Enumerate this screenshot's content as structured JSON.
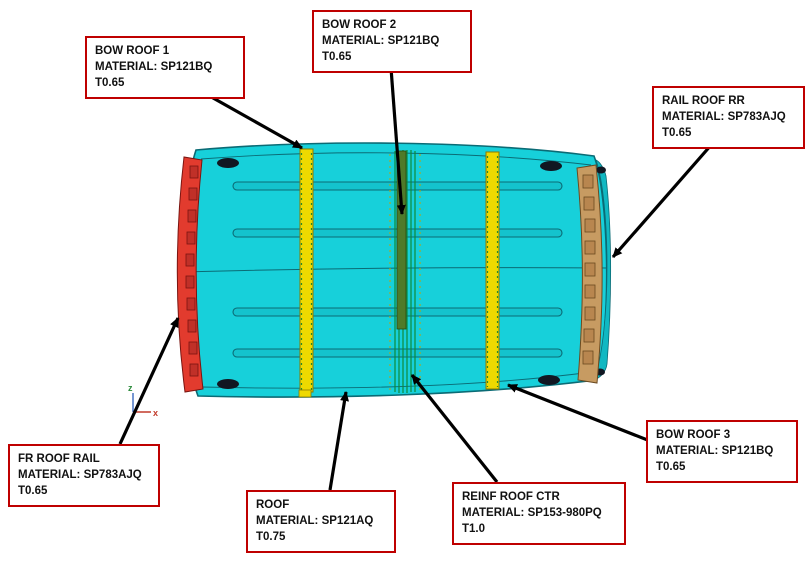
{
  "diagram": {
    "type": "cae-part-callout",
    "subject": "vehicle roof assembly top view"
  },
  "colors": {
    "callout_border": "#bf0000",
    "panel": "#17d0da",
    "panel_edge": "#0b6b75",
    "fr_roof_rail": "#e23b2e",
    "rail_roof_rr": "#c79b62",
    "bow": "#eed900",
    "reinf_ctr": "#0e8a3a",
    "bow2_strip": "#4f7a2a",
    "arrow": "#000000"
  },
  "labels": [
    {
      "id": "bow-roof-1",
      "title": "BOW ROOF 1",
      "material": "MATERIAL: SP121BQ",
      "thickness": "T0.65"
    },
    {
      "id": "bow-roof-2",
      "title": "BOW ROOF 2",
      "material": "MATERIAL: SP121BQ",
      "thickness": "T0.65"
    },
    {
      "id": "rail-roof-rr",
      "title": "RAIL ROOF RR",
      "material": "MATERIAL: SP783AJQ",
      "thickness": "T0.65"
    },
    {
      "id": "fr-roof-rail",
      "title": "FR ROOF RAIL",
      "material": "MATERIAL: SP783AJQ",
      "thickness": "T0.65"
    },
    {
      "id": "roof",
      "title": "ROOF",
      "material": "MATERIAL: SP121AQ",
      "thickness": "T0.75"
    },
    {
      "id": "reinf-roof-ctr",
      "title": "REINF ROOF CTR",
      "material": "MATERIAL: SP153-980PQ",
      "thickness": "T1.0"
    },
    {
      "id": "bow-roof-3",
      "title": "BOW ROOF 3",
      "material": "MATERIAL: SP121BQ",
      "thickness": "T0.65"
    }
  ],
  "triad": {
    "z_label": "z",
    "x_label": "x"
  }
}
